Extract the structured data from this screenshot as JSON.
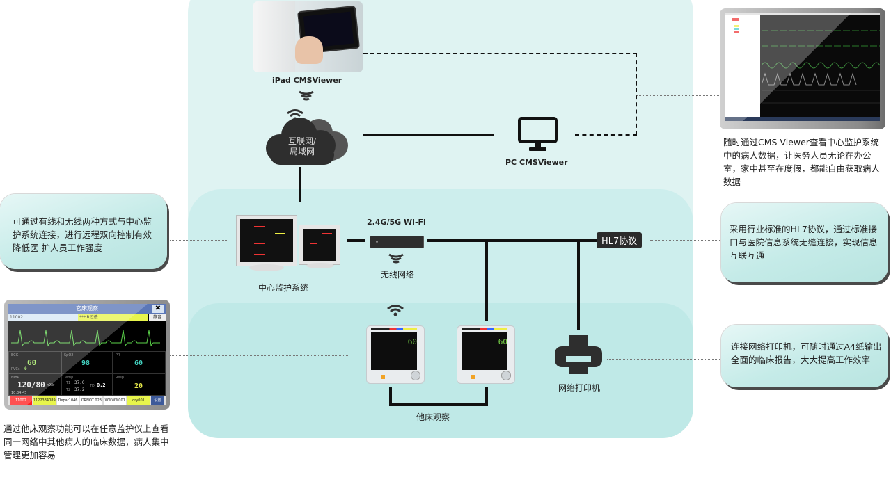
{
  "nodes": {
    "ipad": {
      "label": "iPad CMSViewer"
    },
    "cloud": {
      "line1": "互联网/",
      "line2": "局域网"
    },
    "pc": {
      "label": "PC CMSViewer"
    },
    "central": {
      "label": "中心监护系统"
    },
    "router": {
      "top_label": "2.4G/5G Wi-Fi",
      "bottom_label": "无线网络"
    },
    "hl7": {
      "label": "HL7协议"
    },
    "bedside": {
      "label": "他床观察",
      "hr_value": "60"
    },
    "printer": {
      "label": "网络打印机"
    }
  },
  "callouts": {
    "cms_viewer": "随时通过CMS Viewer查看中心监护系统中的病人数据，让医务人员无论在办公室，家中甚至在度假，都能自由获取病人数据",
    "wired_wireless": "可通过有线和无线两种方式与中心监护系统连接，进行远程双向控制有效降低医 护人员工作强度",
    "hl7": "采用行业标准的HL7协议，通过标准接口与医院信息系统无缝连接，实现信息互联互通",
    "printer": "连接网络打印机，可随时通过A4纸输出全面的临床报告，大大提高工作效率",
    "other_bed": "通过他床观察功能可以在任意监护仪上查看同一网络中其他病人的临床数据，病人集中管理更加容易"
  },
  "other_bed_window": {
    "title": "它床观察",
    "close": "✖",
    "bed": "11002",
    "alarm": "**HR过低",
    "mute": "静音",
    "ecg": {
      "label": "ECG",
      "value": "60",
      "pvcs_label": "PVCs",
      "pvcs_value": "0"
    },
    "spo2": {
      "label": "SpO2",
      "value": "98"
    },
    "pr": {
      "label": "PR",
      "value": "60"
    },
    "nibp": {
      "label": "NIBP",
      "value": "120/80",
      "mean": "<93>",
      "time": "10:34:45"
    },
    "temp": {
      "label": "Temp",
      "t1_label": "T1",
      "t1": "37.0",
      "t2_label": "T2",
      "t2": "37.2",
      "td_label": "TD",
      "td": "0.2"
    },
    "resp": {
      "label": "Resp",
      "value": "20"
    },
    "footer": [
      "11002",
      "1122334089",
      "Depar1046",
      "ORNOT 023",
      "WWWW001",
      "dry001",
      "设置"
    ]
  },
  "colors": {
    "zone_outer": "#dff3f2",
    "zone_mid": "#cdeeed",
    "zone_low": "#bfe9e7",
    "hl7_bg": "#2b2b2b",
    "alarm_yellow": "#e8f54c",
    "alarm_red": "#ff2020",
    "title_blue": "#5b77b8"
  }
}
